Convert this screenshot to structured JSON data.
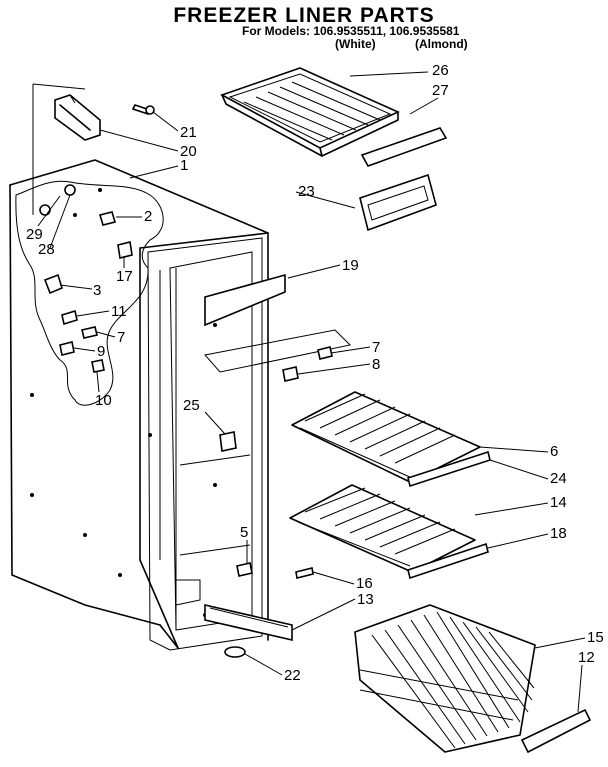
{
  "header": {
    "title": "FREEZER LINER PARTS",
    "models_line": "For Models: 106.9535511, 106.9535581",
    "variant_white": "(White)",
    "variant_almond": "(Almond)"
  },
  "callouts": [
    "26",
    "27",
    "21",
    "20",
    "1",
    "23",
    "2",
    "29",
    "28",
    "19",
    "17",
    "3",
    "11",
    "7",
    "9",
    "10",
    "7",
    "8",
    "25",
    "6",
    "24",
    "14",
    "18",
    "5",
    "16",
    "13",
    "15",
    "12",
    "22"
  ]
}
